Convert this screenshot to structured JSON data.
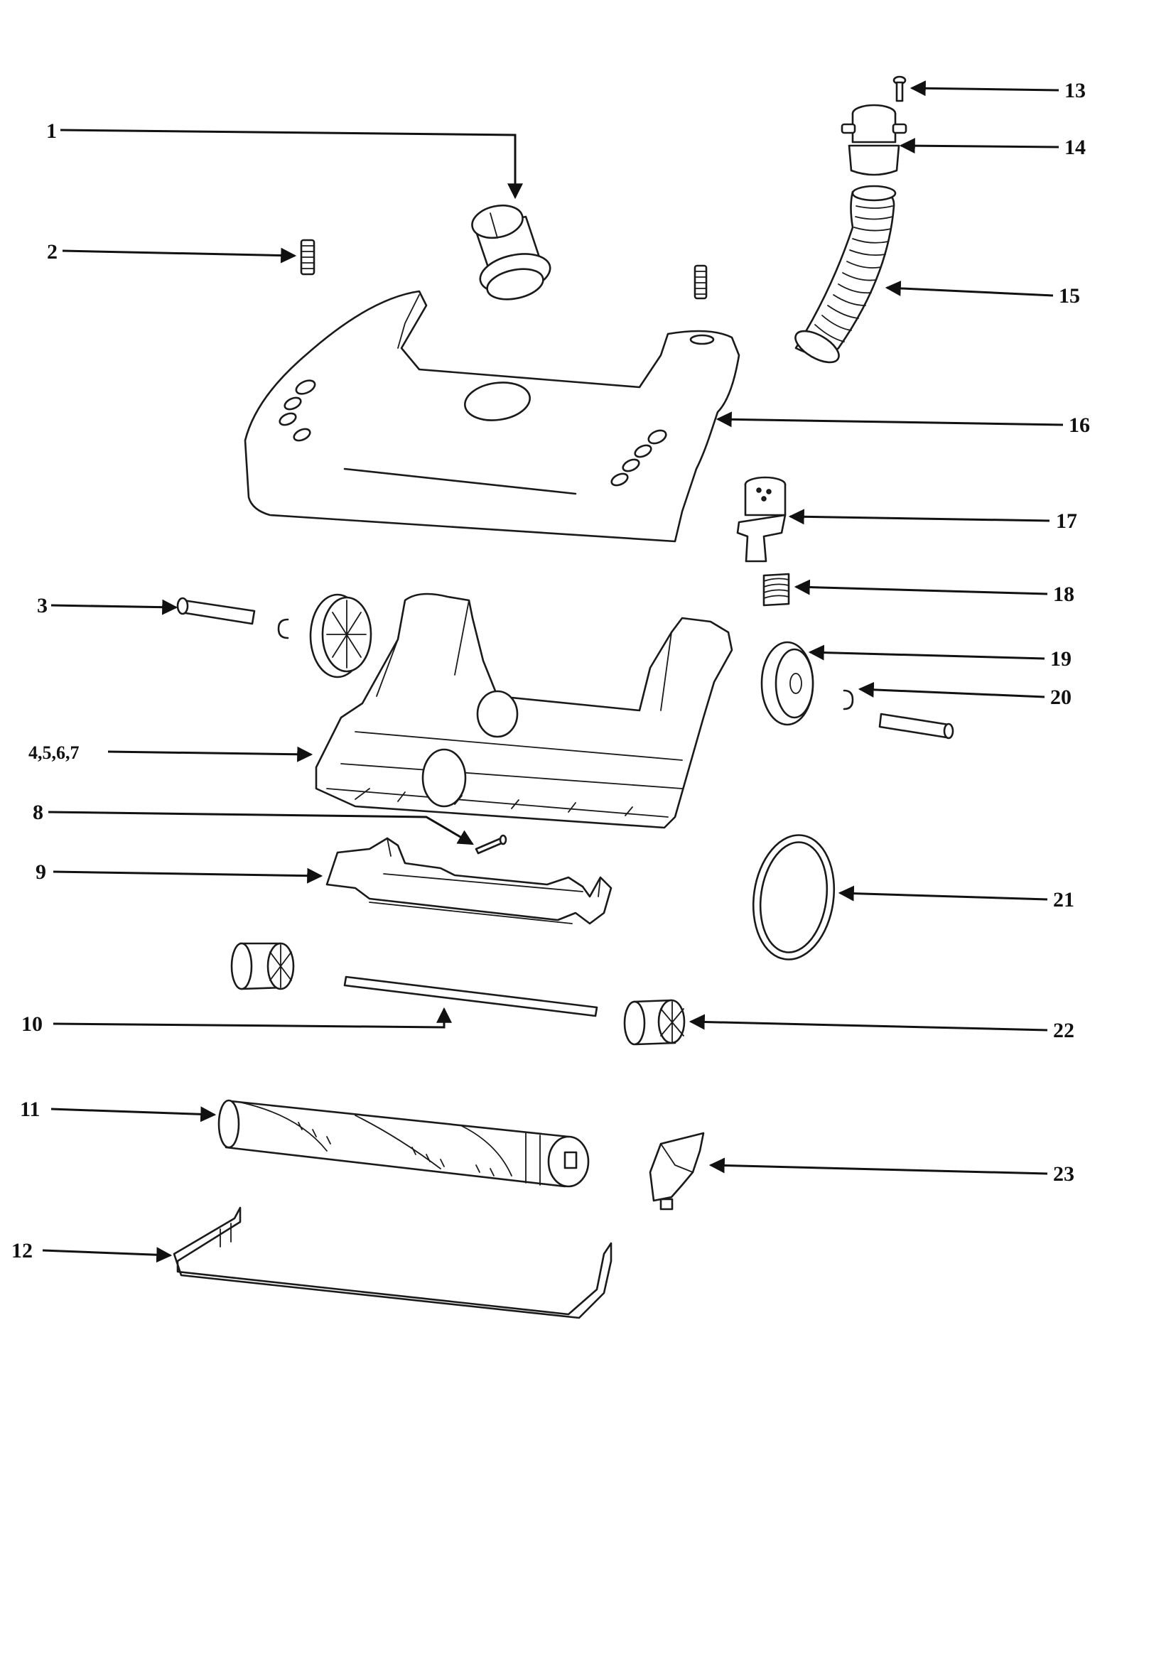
{
  "callouts": {
    "c1": "1",
    "c2": "2",
    "c3": "3",
    "c4": "4,5,6,7",
    "c8": "8",
    "c9": "9",
    "c10": "10",
    "c11": "11",
    "c12": "12",
    "c13": "13",
    "c14": "14",
    "c15": "15",
    "c16": "16",
    "c17": "17",
    "c18": "18",
    "c19": "19",
    "c20": "20",
    "c21": "21",
    "c22": "22",
    "c23": "23"
  },
  "parts": [
    {
      "ref": "1",
      "icon": "hose-connector-icon"
    },
    {
      "ref": "2",
      "icon": "spring-icon"
    },
    {
      "ref": "3",
      "icon": "axle-icon"
    },
    {
      "ref": "4,5,6,7",
      "icon": "base-chassis-icon"
    },
    {
      "ref": "8",
      "icon": "pin-icon"
    },
    {
      "ref": "9",
      "icon": "bottom-plate-icon"
    },
    {
      "ref": "10",
      "icon": "rod-icon"
    },
    {
      "ref": "11",
      "icon": "brush-roll-icon"
    },
    {
      "ref": "12",
      "icon": "bumper-icon"
    },
    {
      "ref": "13",
      "icon": "screw-icon"
    },
    {
      "ref": "14",
      "icon": "hose-cuff-icon"
    },
    {
      "ref": "15",
      "icon": "flexible-hose-icon"
    },
    {
      "ref": "16",
      "icon": "hood-cover-icon"
    },
    {
      "ref": "17",
      "icon": "pedal-latch-icon"
    },
    {
      "ref": "18",
      "icon": "spring-icon"
    },
    {
      "ref": "19",
      "icon": "wheel-icon"
    },
    {
      "ref": "20",
      "icon": "axle-icon"
    },
    {
      "ref": "21",
      "icon": "belt-icon"
    },
    {
      "ref": "22",
      "icon": "end-cap-icon"
    },
    {
      "ref": "23",
      "icon": "bracket-icon"
    }
  ]
}
